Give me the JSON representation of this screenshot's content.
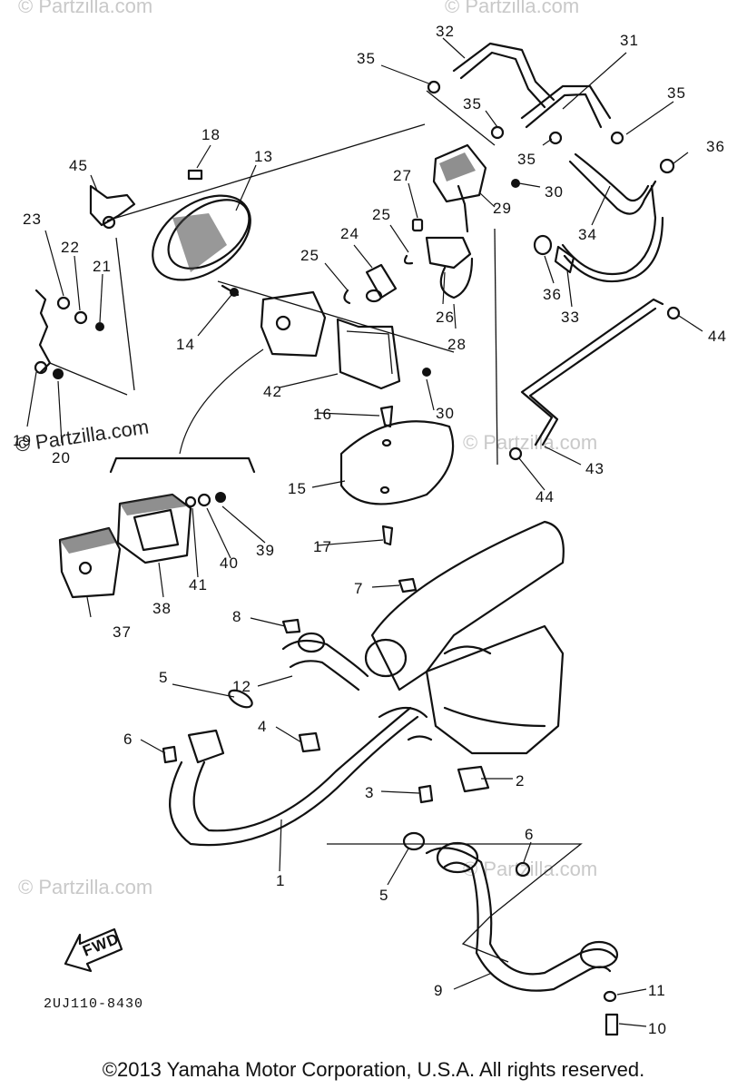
{
  "watermark": "© Partzilla.com",
  "drawing_code": "2UJ110-8430",
  "fwd_label": "FWD",
  "copyright": "©2013 Yamaha Motor Corporation, U.S.A. All rights reserved.",
  "callouts": [
    "1",
    "2",
    "3",
    "4",
    "5",
    "5",
    "6",
    "6",
    "7",
    "8",
    "9",
    "10",
    "11",
    "12",
    "13",
    "14",
    "15",
    "16",
    "17",
    "18",
    "19",
    "20",
    "21",
    "22",
    "23",
    "24",
    "25",
    "25",
    "26",
    "27",
    "28",
    "29",
    "30",
    "30",
    "30",
    "31",
    "32",
    "33",
    "34",
    "35",
    "35",
    "35",
    "35",
    "36",
    "36",
    "37",
    "38",
    "39",
    "40",
    "41",
    "42",
    "43",
    "44",
    "44",
    "45"
  ]
}
